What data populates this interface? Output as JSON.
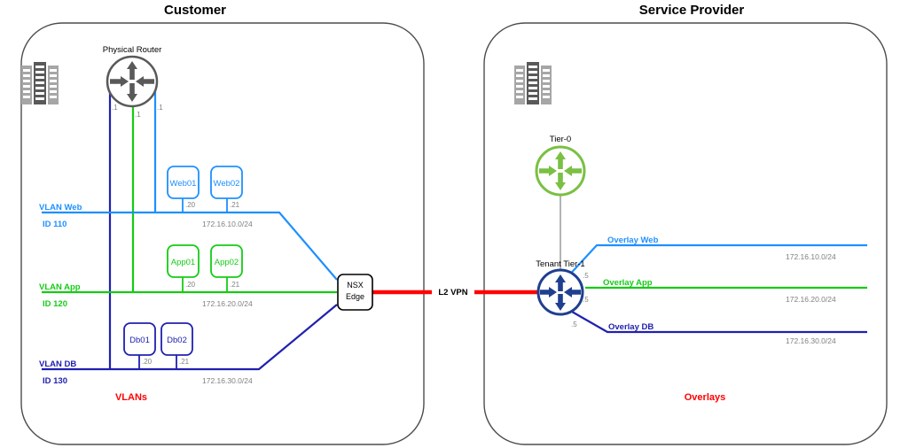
{
  "zones": [
    {
      "key": "customer",
      "title": "Customer",
      "footer_label": "VLANs",
      "footer_color": "#FF0000"
    },
    {
      "key": "service_provider",
      "title": "Service Provider",
      "footer_label": "Overlays",
      "footer_color": "#FF0000"
    }
  ],
  "colors": {
    "web_blue": "#1E90FF",
    "app_green": "#14CC14",
    "db_navy": "#2020B0",
    "tier0_green": "#7AC043",
    "tier1_navy": "#1F3F8F",
    "vpn_red": "#FF0000",
    "gray_text": "#808080",
    "border_gray": "#4D4D4D",
    "rack_dark": "#595959",
    "rack_light": "#A6A6A6",
    "router_gray": "#595959"
  },
  "customer": {
    "datacenter_icon": "datacenter-racks-icon",
    "router": {
      "label": "Physical Router",
      "icon": "router-icon"
    },
    "router_octets": [
      ".1",
      ".1",
      ".1"
    ],
    "networks": [
      {
        "name": "VLAN Web",
        "id": "ID 110",
        "subnet": "172.16.10.0/24",
        "color": "#1E90FF"
      },
      {
        "name": "VLAN App",
        "id": "ID 120",
        "subnet": "172.16.20.0/24",
        "color": "#14CC14"
      },
      {
        "name": "VLAN DB",
        "id": "ID 130",
        "subnet": "172.16.30.0/24",
        "color": "#2020B0"
      }
    ],
    "vms": [
      {
        "name": "Web01",
        "octet": ".20",
        "color": "#1E90FF"
      },
      {
        "name": "Web02",
        "octet": ".21",
        "color": "#1E90FF"
      },
      {
        "name": "App01",
        "octet": ".20",
        "color": "#14CC14"
      },
      {
        "name": "App02",
        "octet": ".21",
        "color": "#14CC14"
      },
      {
        "name": "Db01",
        "octet": ".20",
        "color": "#2020B0"
      },
      {
        "name": "Db02",
        "octet": ".21",
        "color": "#2020B0"
      }
    ],
    "edge": {
      "line1": "NSX",
      "line2": "Edge"
    }
  },
  "link": {
    "label": "L2 VPN",
    "color": "#FF0000"
  },
  "provider": {
    "datacenter_icon": "datacenter-racks-icon",
    "tier0": {
      "label": "Tier-0",
      "icon": "router-icon",
      "color": "#7AC043"
    },
    "tier1": {
      "label": "Tenant Tier-1",
      "icon": "router-icon",
      "color": "#1F3F8F"
    },
    "tier1_octets": [
      ".5",
      ".5",
      ".5"
    ],
    "networks": [
      {
        "name": "Overlay Web",
        "subnet": "172.16.10.0/24",
        "color": "#1E90FF"
      },
      {
        "name": "Overlay App",
        "subnet": "172.16.20.0/24",
        "color": "#14CC14"
      },
      {
        "name": "Overlay DB",
        "subnet": "172.16.30.0/24",
        "color": "#2020B0"
      }
    ]
  }
}
